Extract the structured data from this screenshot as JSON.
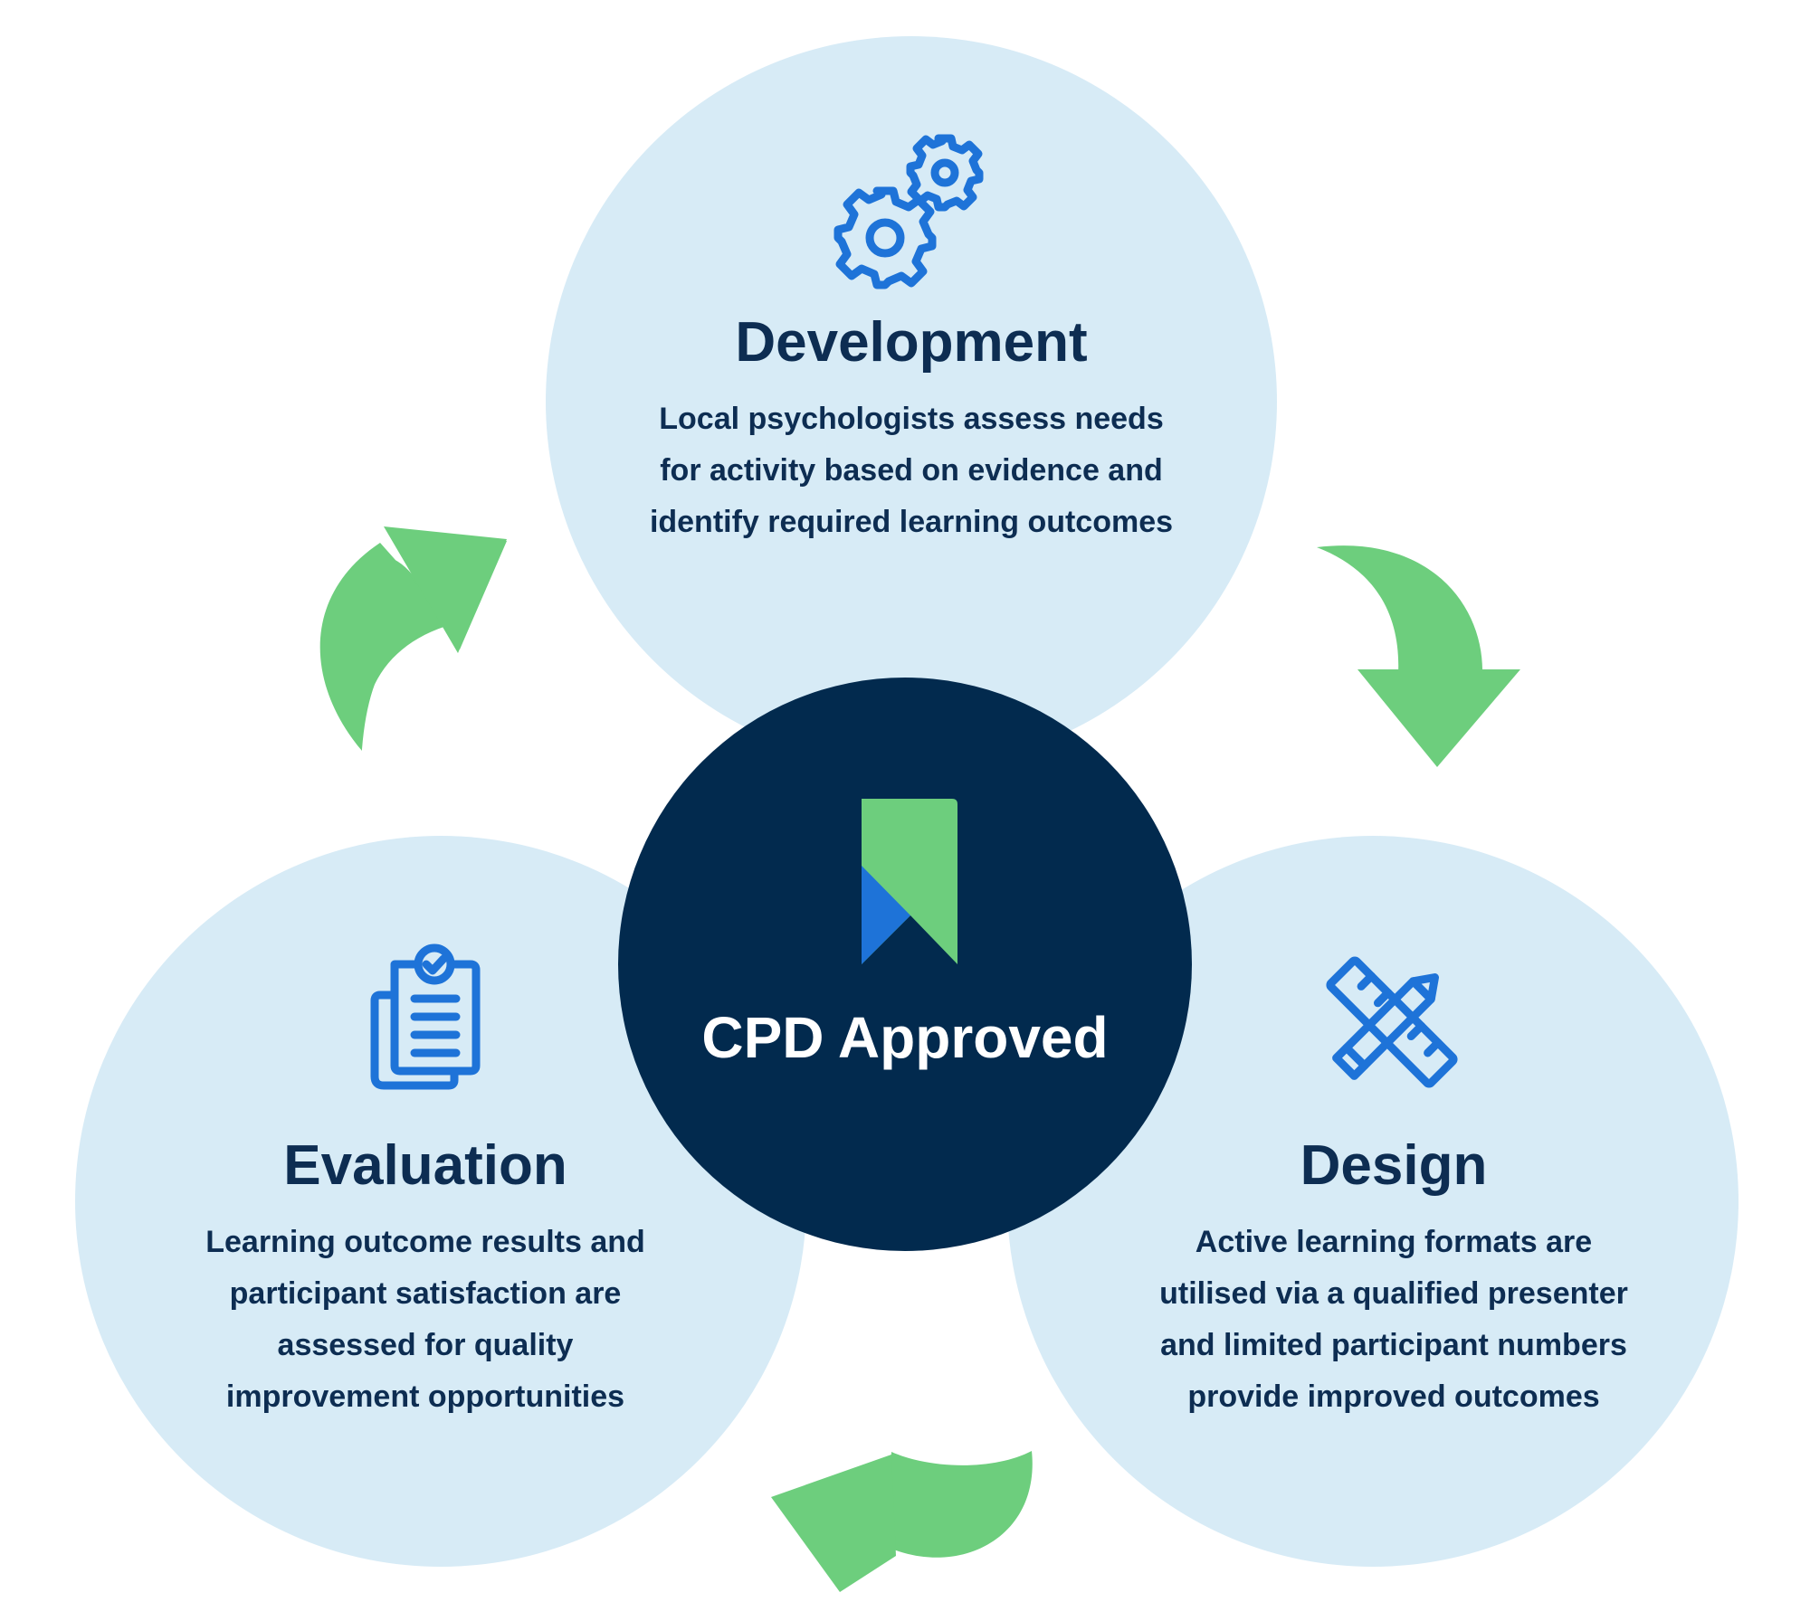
{
  "center": {
    "title": "CPD Approved",
    "icon": "cpd-bookmark-logo"
  },
  "stages": {
    "development": {
      "title": "Development",
      "description": "Local psychologists assess needs\nfor activity based on evidence and\nidentify required learning outcomes",
      "icon": "gears-icon"
    },
    "design": {
      "title": "Design",
      "description": "Active learning formats are\nutilised via a qualified presenter\nand limited participant numbers\nprovide improved outcomes",
      "icon": "pencil-ruler-icon"
    },
    "evaluation": {
      "title": "Evaluation",
      "description": "Learning outcome results and\nparticipant satisfaction are\nassessed for quality\nimprovement opportunities",
      "icon": "clipboard-check-icon"
    }
  },
  "colors": {
    "navy": "#022a4e",
    "text": "#0d2d52",
    "bubble": "#d7ebf6",
    "accent_blue": "#1e73d8",
    "accent_green": "#6dce7d"
  }
}
